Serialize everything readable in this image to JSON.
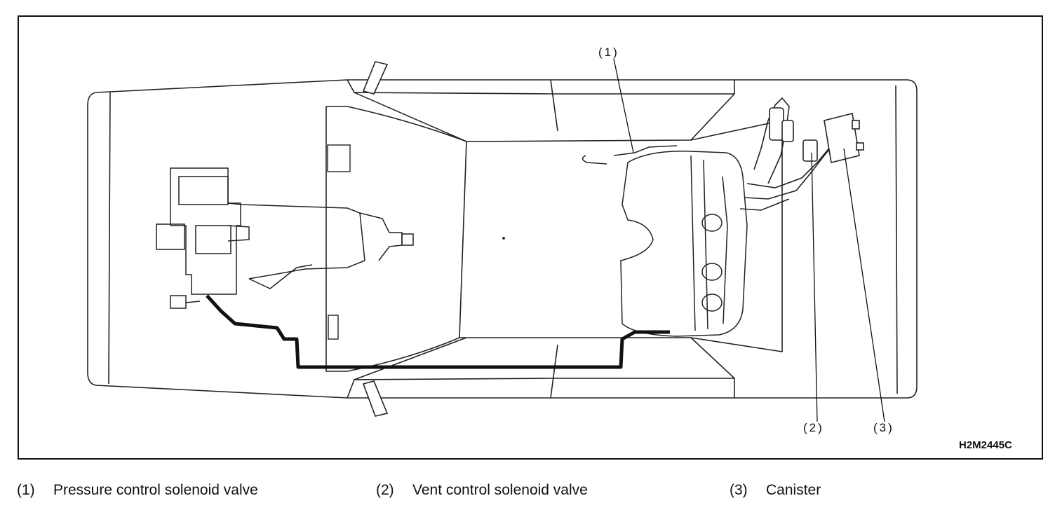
{
  "figure": {
    "id_code": "H2M2445C",
    "callouts": [
      {
        "key": "1",
        "text": "(1)"
      },
      {
        "key": "2",
        "text": "(2)"
      },
      {
        "key": "3",
        "text": "(3)"
      }
    ]
  },
  "legend": [
    {
      "num": "(1)",
      "label": "Pressure control solenoid valve"
    },
    {
      "num": "(2)",
      "label": "Vent control solenoid valve"
    },
    {
      "num": "(3)",
      "label": "Canister"
    }
  ]
}
